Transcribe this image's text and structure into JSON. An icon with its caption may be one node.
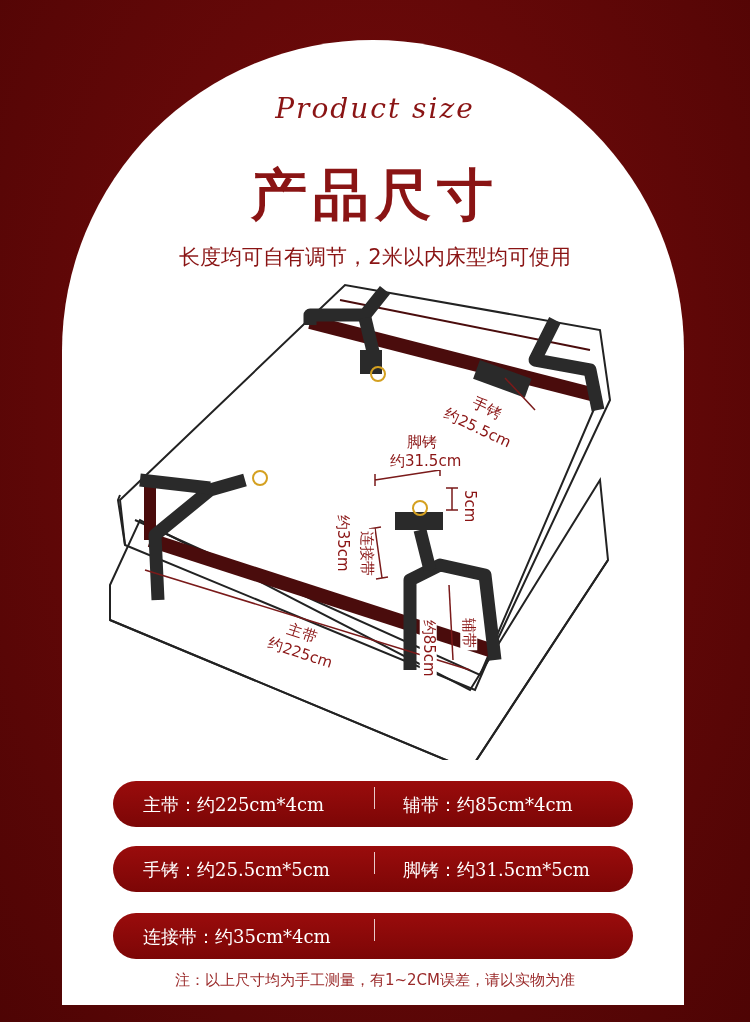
{
  "diagram": {
    "title": "产品尺寸",
    "labels": [
      "Product size",
      "长度均可自有调节，2米以内床型均可使用",
      "手铐",
      "约25.5cm",
      "脚铐",
      "约31.5cm",
      "5cm",
      "约35cm",
      "连接带",
      "主带",
      "约225cm",
      "辅带",
      "约85cm",
      "主带：约225cm*4cm",
      "辅带：约85cm*4cm",
      "手铐：约25.5cm*5cm",
      "脚铐：约31.5cm*5cm",
      "连接带：约35cm*4cm",
      "注：以上尺寸均为手工测量，有1~2CM误差，请以实物为准"
    ]
  }
}
